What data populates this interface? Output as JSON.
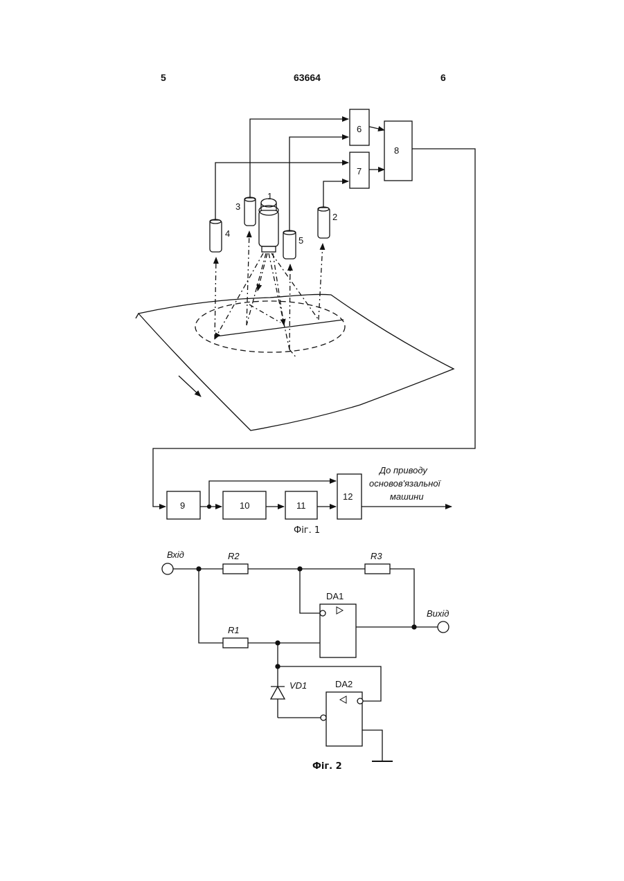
{
  "header": {
    "left_page": "5",
    "patent_number": "63664",
    "right_page": "6"
  },
  "fig1": {
    "caption": "Фіг. 1",
    "components": {
      "lamp": "1",
      "sensor_2": "2",
      "sensor_3": "3",
      "sensor_4": "4",
      "sensor_5": "5",
      "block_6": "6",
      "block_7": "7",
      "block_8": "8",
      "block_9": "9",
      "block_10": "10",
      "block_11": "11",
      "block_12": "12"
    },
    "output_text": [
      "До приводу",
      "основов'язальної",
      "машини"
    ]
  },
  "fig2": {
    "caption": "Фіг. 2",
    "input_label": "Вхід",
    "output_label": "Вихід",
    "r1": "R1",
    "r2": "R2",
    "r3": "R3",
    "da1": "DA1",
    "da2": "DA2",
    "vd1": "VD1"
  }
}
